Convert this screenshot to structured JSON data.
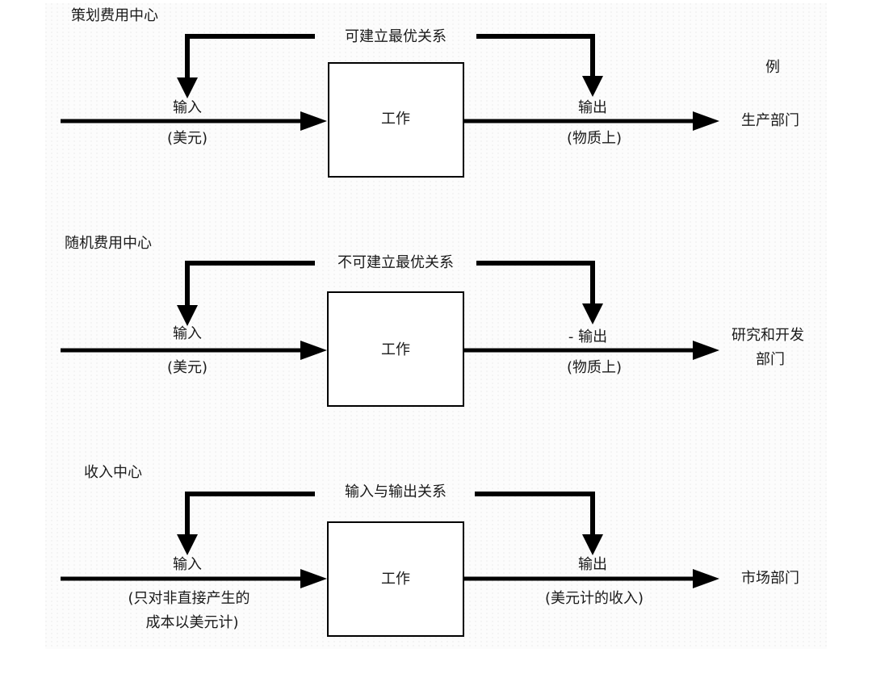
{
  "legend_header": "例",
  "sections": [
    {
      "title": "策划费用中心",
      "relation": "可建立最优关系",
      "input_label": "输入",
      "input_sub": "(美元)",
      "box_label": "工作",
      "output_label": "输出",
      "output_sub": "(物质上)",
      "example": "生产部门"
    },
    {
      "title": "随机费用中心",
      "relation": "不可建立最优关系",
      "input_label": "输入",
      "input_sub": "(美元)",
      "box_label": "工作",
      "output_label": "- 输出",
      "output_sub": "(物质上)",
      "example_line1": "研究和开发",
      "example_line2": "部门"
    },
    {
      "title": "收入中心",
      "relation": "输入与输出关系",
      "input_label": "输入",
      "input_sub_line1": "(只对非直接产生的",
      "input_sub_line2": "成本以美元计)",
      "box_label": "工作",
      "output_label": "输出",
      "output_sub": "(美元计的收入)",
      "example": "市场部门"
    }
  ],
  "colors": {
    "ink": "#000000",
    "text": "#1a1a1a",
    "paper": "#fcfcfc"
  }
}
